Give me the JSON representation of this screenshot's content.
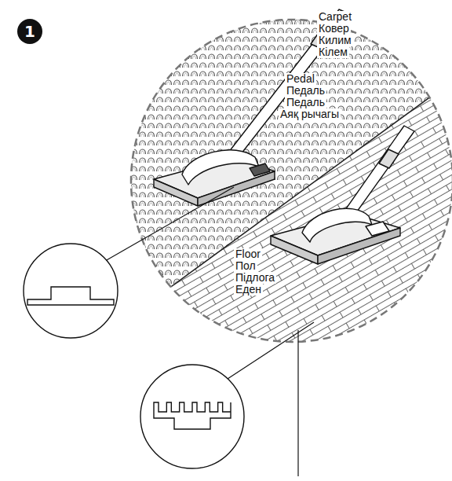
{
  "diagram": {
    "nodes": [
      {
        "text": [
          "1"
        ]
      }
    ],
    "labels": [
      "Carpet",
      "Ковер",
      "Килим",
      "Кілем",
      "Pedal",
      "Педаль",
      "Педаль",
      "Аяқ рычагы",
      "Floor",
      "Пол",
      "Підлога",
      "Еден"
    ]
  }
}
